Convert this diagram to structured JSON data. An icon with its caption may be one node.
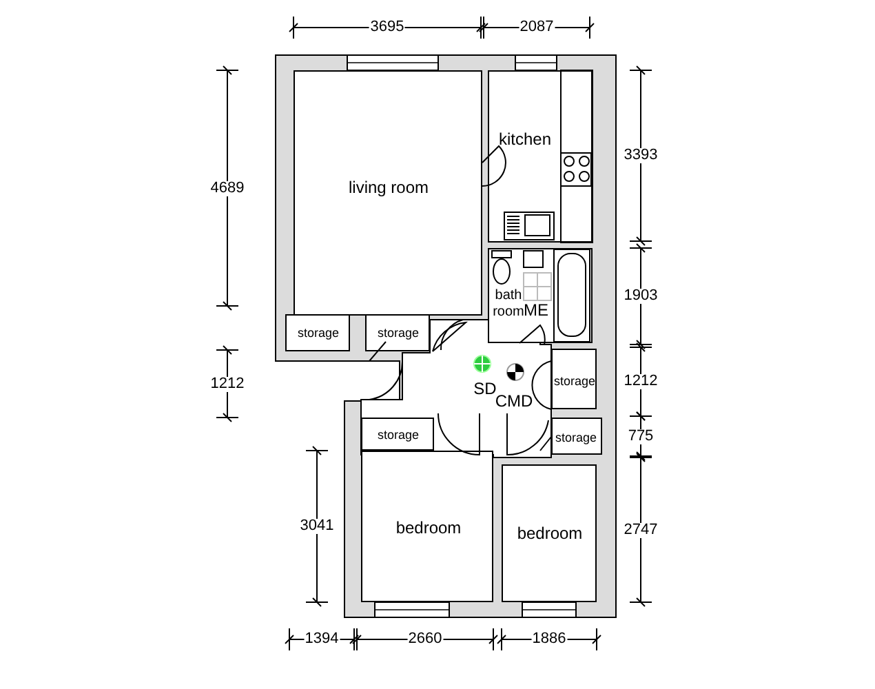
{
  "diagram": {
    "nodes": [
      {
        "text": [
          "living room"
        ]
      },
      {
        "text": [
          "kitchen"
        ]
      },
      {
        "text": [
          "storage"
        ]
      },
      {
        "text": [
          "storage"
        ]
      },
      {
        "text": [
          "bath room"
        ]
      },
      {
        "text": [
          "storage"
        ]
      },
      {
        "text": [
          "storage"
        ]
      },
      {
        "text": [
          "storage"
        ]
      },
      {
        "text": [
          "bedroom"
        ]
      },
      {
        "text": [
          "bedroom"
        ]
      }
    ],
    "labels": [
      "3695",
      "2087",
      "4689",
      "3393",
      "1903",
      "ME",
      "1212",
      "1212",
      "SD",
      "CMD",
      "775",
      "3041",
      "2747",
      "1394",
      "2660",
      "1886"
    ]
  }
}
